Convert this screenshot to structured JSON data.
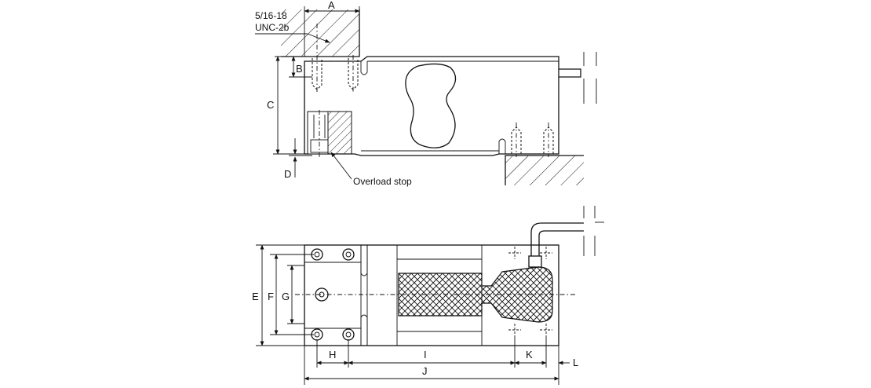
{
  "callouts": {
    "thread_line1": "5/16-18",
    "thread_line2": "UNC-2b",
    "overload": "Overload stop"
  },
  "dims": {
    "A": "A",
    "B": "B",
    "C": "C",
    "D": "D",
    "E": "E",
    "F": "F",
    "G": "G",
    "H": "H",
    "I": "I",
    "J": "J",
    "K": "K",
    "L": "L"
  },
  "colors": {
    "ink": "#111111",
    "background": "#ffffff"
  }
}
